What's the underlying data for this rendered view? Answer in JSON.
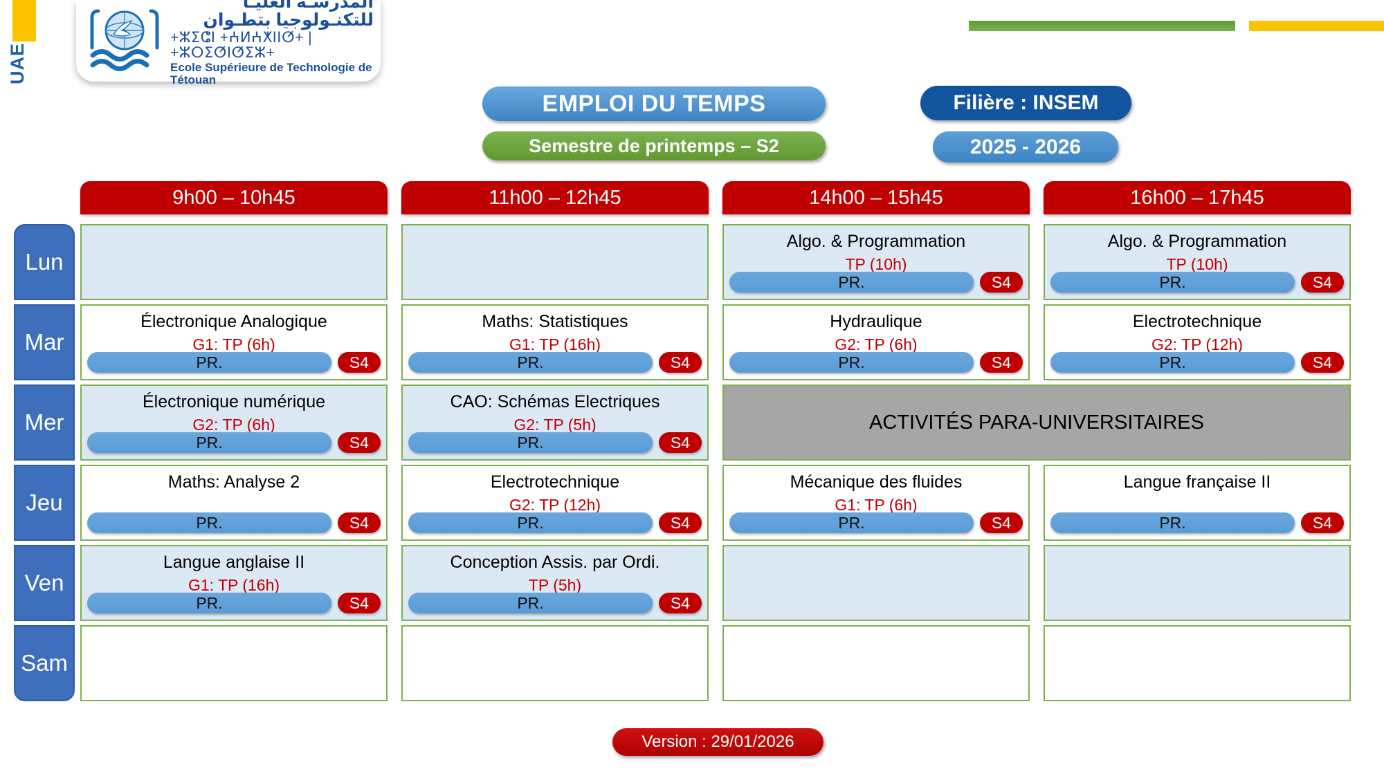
{
  "branding": {
    "uae_label": "UAE",
    "logo_arabic": "المدرسـة العليـا للتكنـولوجيا بتطـوان",
    "logo_tifinagh": "+ⵣⵉⵛⵏ +ⵄⵍⵄⵅⵏⵏⵚ+ | +ⵣⵔⵉⵚⵏⵚⵉⵣ+",
    "logo_french": "Ecole Supérieure de Technologie de Tétouan"
  },
  "header": {
    "title": "EMPLOI DU TEMPS",
    "semester": "Semestre de printemps – S2",
    "filiere": "Filière : INSEM",
    "academic_year": "2025 - 2026"
  },
  "footer": {
    "version": "Version : 29/01/2026"
  },
  "colors": {
    "header_red": "#C00000",
    "day_blue": "#3E6FBC",
    "slot_border_green": "#7DB14E",
    "alt_row_blue": "#DCE8F4",
    "activity_gray": "#A6A6A6",
    "title_blue": "#3D85C6",
    "semester_green": "#61992F",
    "filiere_navy": "#12559E",
    "accent_yellow": "#FDC300",
    "type_red": "#C00000"
  },
  "timeslots": [
    "9h00 – 10h45",
    "11h00 – 12h45",
    "14h00 – 15h45",
    "16h00 – 17h45"
  ],
  "days": [
    "Lun",
    "Mar",
    "Mer",
    "Jeu",
    "Ven",
    "Sam"
  ],
  "schedule": [
    {
      "day": "Lun",
      "shaded": true,
      "slots": [
        {
          "empty": true
        },
        {
          "empty": true
        },
        {
          "empty": false,
          "course": "Algo. & Programmation",
          "type": "TP (10h)",
          "professor": "PR.",
          "room": "S4"
        },
        {
          "empty": false,
          "course": "Algo. & Programmation",
          "type": "TP (10h)",
          "professor": "PR.",
          "room": "S4"
        }
      ]
    },
    {
      "day": "Mar",
      "shaded": false,
      "slots": [
        {
          "empty": false,
          "course": "Électronique Analogique",
          "type": "G1: TP (6h)",
          "professor": "PR.",
          "room": "S4"
        },
        {
          "empty": false,
          "course": "Maths: Statistiques",
          "type": "G1: TP (16h)",
          "professor": "PR.",
          "room": "S4"
        },
        {
          "empty": false,
          "course": "Hydraulique",
          "type": "G2: TP (6h)",
          "professor": "PR.",
          "room": "S4"
        },
        {
          "empty": false,
          "course": "Electrotechnique",
          "type": "G2: TP (12h)",
          "professor": "PR.",
          "room": "S4"
        }
      ]
    },
    {
      "day": "Mer",
      "shaded": true,
      "merged_label": "ACTIVITÉS PARA-UNIVERSITAIRES",
      "slots": [
        {
          "empty": false,
          "course": "Électronique numérique",
          "type": "G2: TP (6h)",
          "professor": "PR.",
          "room": "S4"
        },
        {
          "empty": false,
          "course": "CAO: Schémas Electriques",
          "type": "G2: TP (5h)",
          "professor": "PR.",
          "room": "S4"
        },
        {
          "merged": true
        },
        {
          "merged": true
        }
      ]
    },
    {
      "day": "Jeu",
      "shaded": false,
      "slots": [
        {
          "empty": false,
          "course": "Maths: Analyse 2",
          "type": "",
          "professor": "PR.",
          "room": "S4"
        },
        {
          "empty": false,
          "course": "Electrotechnique",
          "type": "G2: TP (12h)",
          "professor": "PR.",
          "room": "S4"
        },
        {
          "empty": false,
          "course": "Mécanique des fluides",
          "type": "G1: TP (6h)",
          "professor": "PR.",
          "room": "S4"
        },
        {
          "empty": false,
          "course": "Langue française II",
          "type": "",
          "professor": "PR.",
          "room": "S4"
        }
      ]
    },
    {
      "day": "Ven",
      "shaded": true,
      "slots": [
        {
          "empty": false,
          "course": "Langue anglaise II",
          "type": "G1: TP (16h)",
          "professor": "PR.",
          "room": "S4"
        },
        {
          "empty": false,
          "course": "Conception Assis. par Ordi.",
          "type": "TP (5h)",
          "professor": "PR.",
          "room": "S4"
        },
        {
          "empty": true
        },
        {
          "empty": true
        }
      ]
    },
    {
      "day": "Sam",
      "shaded": false,
      "slots": [
        {
          "empty": true
        },
        {
          "empty": true
        },
        {
          "empty": true
        },
        {
          "empty": true
        }
      ]
    }
  ]
}
